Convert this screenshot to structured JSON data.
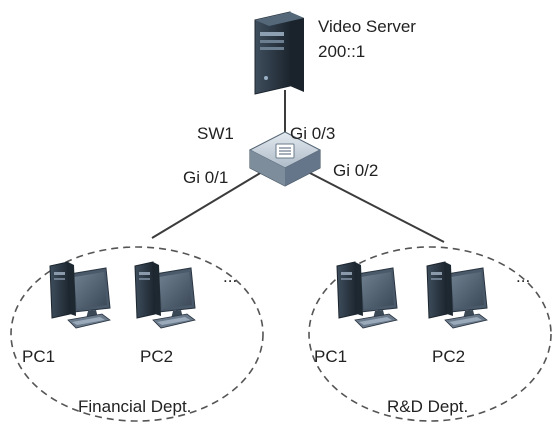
{
  "server": {
    "name": "Video Server",
    "address": "200::1"
  },
  "switch": {
    "name": "SW1",
    "ports": {
      "uplink": "Gi 0/3",
      "left": "Gi 0/1",
      "right": "Gi 0/2"
    }
  },
  "groups": [
    {
      "name": "Financial Dept.",
      "pcs": [
        "PC1",
        "PC2"
      ],
      "more": "..."
    },
    {
      "name": "R&D Dept.",
      "pcs": [
        "PC1",
        "PC2"
      ],
      "more": "..."
    }
  ],
  "colors": {
    "line": "#3c3c3c",
    "device_dark": "#2e3b48",
    "device_mid": "#56687a",
    "switch_body": "#b9c4cf",
    "ellipse": "#555555"
  }
}
